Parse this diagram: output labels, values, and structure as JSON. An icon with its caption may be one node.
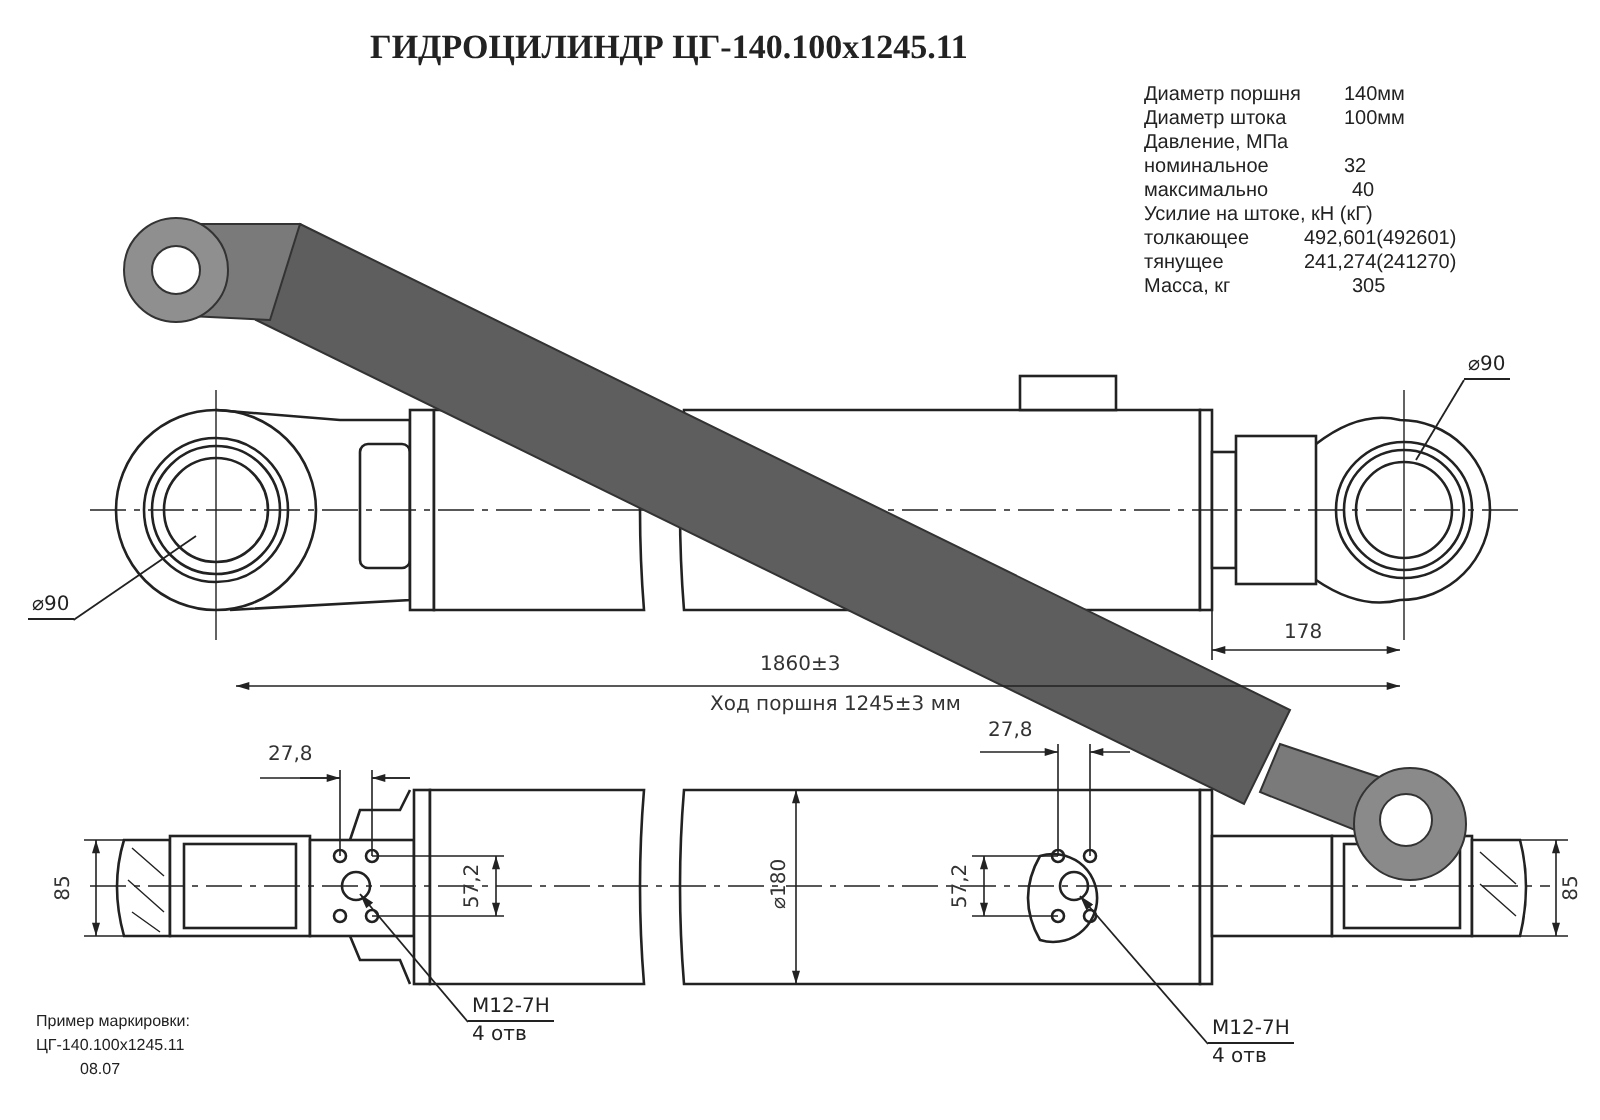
{
  "diagram": {
    "title": "ГИДРОЦИЛИНДР ЦГ-140.100x1245.11",
    "nodes": [
      {
        "text": [
          "⌀90"
        ]
      },
      {
        "text": [
          "⌀90"
        ]
      },
      {
        "text": [
          "M12-7H",
          "4 отв"
        ]
      },
      {
        "text": [
          "M12-7H",
          "4 отв"
        ]
      }
    ],
    "edges": [
      {
        "from": 0,
        "to": null,
        "arrow": "none"
      },
      {
        "from": 1,
        "to": null,
        "arrow": "none"
      },
      {
        "from": 2,
        "to": null,
        "arrow": "to"
      },
      {
        "from": 3,
        "to": null,
        "arrow": "to"
      }
    ],
    "labels": [
      "Диаметр поршня",
      "140мм",
      "Диаметр штока",
      "100мм",
      "Давление, МПа",
      "номинальное",
      "32",
      "максимально",
      "40",
      "Усилие на штоке, кН (кГ)",
      "толкающее",
      "492,601(492601)",
      "тянущее",
      "241,274(241270)",
      "Масса, кг",
      "305",
      "1860±3",
      "Ход поршня 1245±3 мм",
      "178",
      "27,8",
      "27,8",
      "85",
      "57,2",
      "⌀180",
      "57,2",
      "85",
      "Пример маркировки:",
      "ЦГ-140.100х1245.11",
      "08.07"
    ]
  }
}
